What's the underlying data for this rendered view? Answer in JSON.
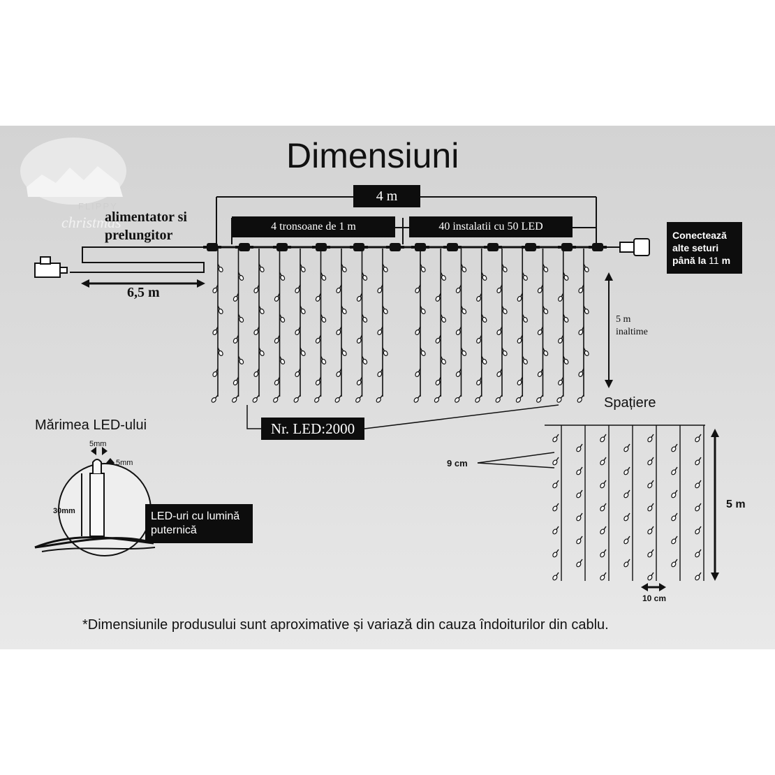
{
  "title": "Dimensiuni",
  "logo": {
    "line1": "FLIPPY",
    "line2": "christmas"
  },
  "top": {
    "width_label": "4 m",
    "sections_label": "4 tronsoane de 1 m",
    "installations_label": "40 instalatii cu 50 LED",
    "power_label_line1": "alimentator si",
    "power_label_line2": "prelungitor",
    "cable_length": "6,5 m",
    "height_label_line1": "5 m",
    "height_label_line2": "inaltime",
    "connect_note": {
      "line1": "Conectează",
      "line2": "alte seturi",
      "line3_prefix": "până la ",
      "line3_value": "11",
      "line3_suffix": " m"
    },
    "led_count_label": "Nr. LED:2000"
  },
  "led_size": {
    "title": "Mărimea LED-ului",
    "width": "5mm",
    "head": "5mm",
    "length": "30mm",
    "bright_line1": "LED-uri cu lumină",
    "bright_line2": "puternică"
  },
  "spacing": {
    "title": "Spațiere",
    "vertical": "9 cm",
    "horizontal": "10 cm",
    "height": "5 m"
  },
  "footnote": "*Dimensiunile produsului sunt aproximative și variază din cauza îndoiturilor din cablu.",
  "colors": {
    "panel": "#d6d6d6",
    "ink": "#111111",
    "label_box": "#0d0d0d"
  }
}
